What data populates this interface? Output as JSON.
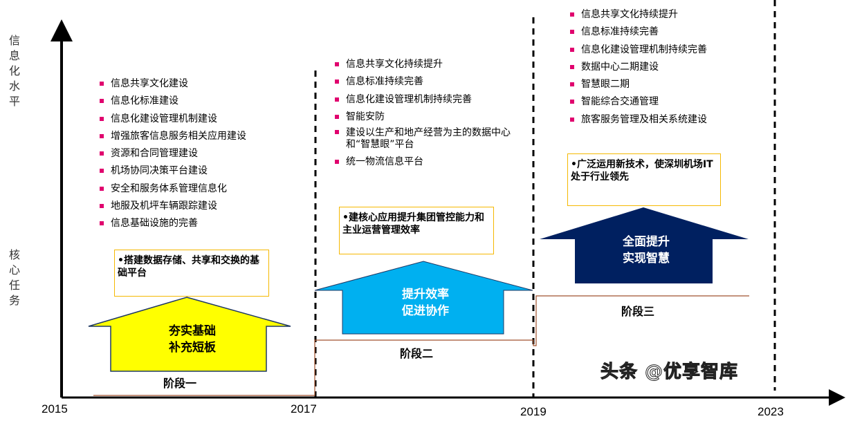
{
  "axes": {
    "y_label_top": "信息化水平",
    "y_label_bottom": "核心任务",
    "years": [
      "2015",
      "2017",
      "2019",
      "2023"
    ]
  },
  "colors": {
    "bullet": "#e0006e",
    "box_border": "#f5b800",
    "arrow1": "#ffff00",
    "arrow2": "#00b0f0",
    "arrow3": "#002060",
    "stage_line": "#a0522d"
  },
  "stages": [
    {
      "items": [
        "信息共享文化建设",
        "信息化标准建设",
        "信息化建设管理机制建设",
        "增强旅客信息服务相关应用建设",
        "资源和合同管理建设",
        "机场协同决策平台建设",
        "安全和服务体系管理信息化",
        "地服及机坪车辆跟踪建设",
        "信息基础设施的完善"
      ],
      "goal": "•搭建数据存储、共享和交换的基础平台",
      "arrow_line1": "夯实基础",
      "arrow_line2": "补充短板",
      "phase": "阶段一"
    },
    {
      "items": [
        "信息共享文化持续提升",
        "信息标准持续完善",
        "信息化建设管理机制持续完善",
        "智能安防",
        "建设以生产和地产经营为主的数据中心和“智慧眼”平台",
        "统一物流信息平台"
      ],
      "goal": "•建核心应用提升集团管控能力和主业运营管理效率",
      "arrow_line1": "提升效率",
      "arrow_line2": "促进协作",
      "phase": "阶段二"
    },
    {
      "items": [
        "信息共享文化持续提升",
        "信息标准持续完善",
        "信息化建设管理机制持续完善",
        "数据中心二期建设",
        "智慧眼二期",
        "智能综合交通管理",
        "旅客服务管理及相关系统建设"
      ],
      "goal": "•广泛运用新技术，使深圳机场IT处于行业领先",
      "arrow_line1": "全面提升",
      "arrow_line2": "实现智慧",
      "phase": "阶段三"
    }
  ],
  "watermark": "头条 @优享智库"
}
